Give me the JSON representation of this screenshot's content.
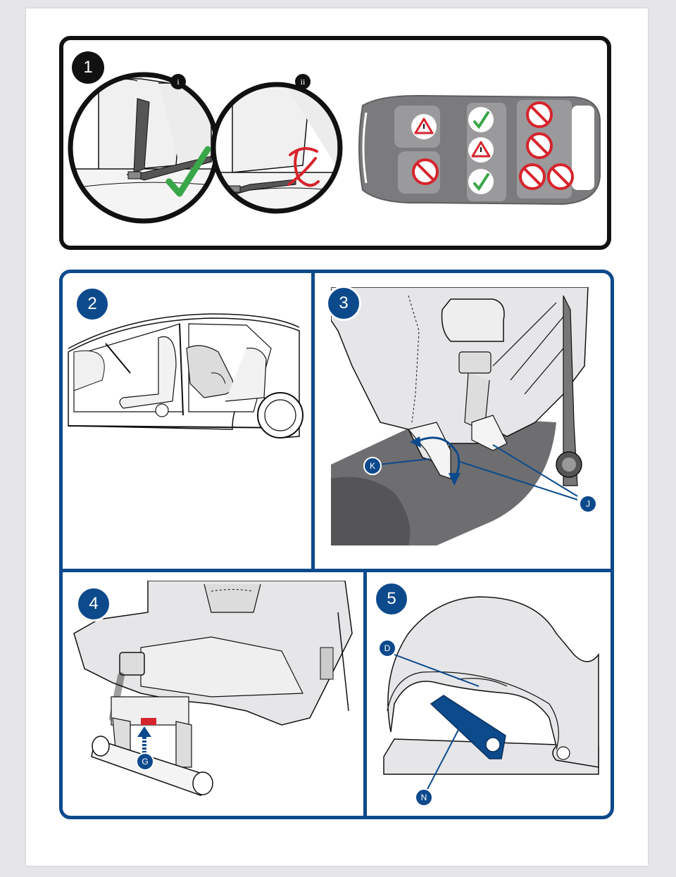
{
  "panels": {
    "step1": {
      "number": "1",
      "sub_i": "i",
      "sub_ii": "ii"
    },
    "step2": {
      "number": "2"
    },
    "step3": {
      "number": "3",
      "label_k": "K",
      "label_j": "J"
    },
    "step4": {
      "number": "4",
      "label_g": "G"
    },
    "step5": {
      "number": "5",
      "label_d": "D",
      "label_n": "N"
    }
  },
  "icons": {
    "ok": "green-check-icon",
    "warn": "warning-triangle-icon",
    "forbidden": "no-entry-icon",
    "cross": "red-cross-icon"
  },
  "colors": {
    "panel1_border": "#111111",
    "panel_border": "#0d4a8c",
    "check_green": "#3aa64a",
    "forbidden_red": "#d6242c",
    "car_gray": "#7b7b7d",
    "floor_gray": "#6e6e70",
    "arrow_blue": "#0d4a8c"
  }
}
